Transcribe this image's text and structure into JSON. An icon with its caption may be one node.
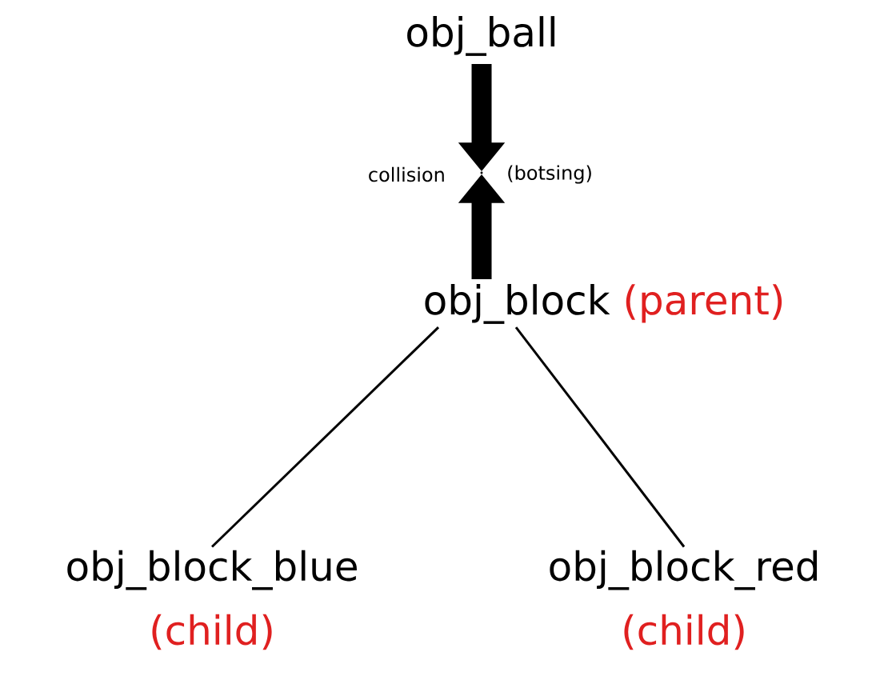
{
  "diagram": {
    "nodes": [
      {
        "text": [
          "obj_ball"
        ]
      },
      {
        "text": [
          "obj_block",
          "(parent)"
        ]
      },
      {
        "text": [
          "obj_block_blue",
          "(child)"
        ]
      },
      {
        "text": [
          "obj_block_red",
          "(child)"
        ]
      },
      {
        "text": [],
        "shape": "point"
      }
    ],
    "edges": [
      {
        "from": 0,
        "to": 4,
        "arrow": "to",
        "style": "thick"
      },
      {
        "from": 1,
        "to": 4,
        "arrow": "to",
        "style": "thick"
      },
      {
        "from": 1,
        "to": 2,
        "arrow": "none"
      },
      {
        "from": 1,
        "to": 3,
        "arrow": "none"
      }
    ],
    "labels": [
      "collision",
      "(botsing)"
    ]
  }
}
